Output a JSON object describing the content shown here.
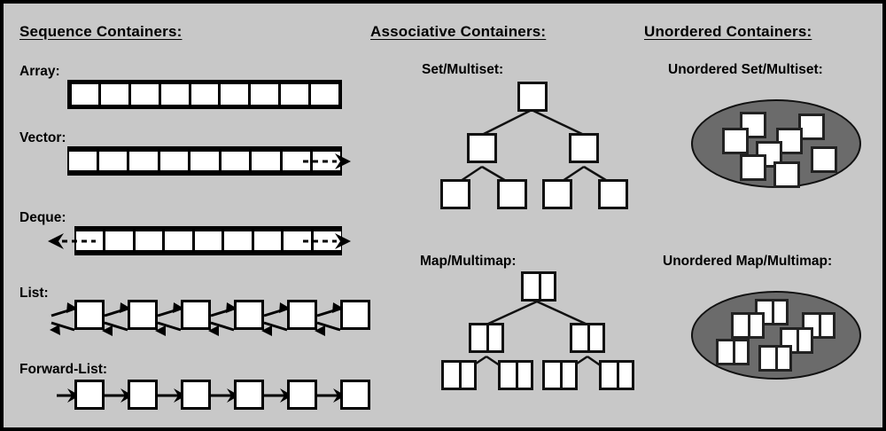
{
  "figure": {
    "background_color": "#c8c8c8",
    "frame_color": "#000000",
    "blob_color": "#6b6b6b",
    "box_fill": "#ffffff",
    "line_color": "#000000"
  },
  "columns": [
    {
      "id": "sequence",
      "title": "Sequence Containers:"
    },
    {
      "id": "associative",
      "title": "Associative Containers:"
    },
    {
      "id": "unordered",
      "title": "Unordered Containers:"
    }
  ],
  "sequence": {
    "items": [
      {
        "label": "Array:",
        "kind": "strip-closed",
        "cells": 9,
        "left_arrow": false,
        "right_arrow": false
      },
      {
        "label": "Vector:",
        "kind": "strip-open-right",
        "cells": 9,
        "left_arrow": false,
        "right_arrow": true,
        "arrow_style": "dashed"
      },
      {
        "label": "Deque:",
        "kind": "strip-open-both",
        "cells": 9,
        "left_arrow": true,
        "right_arrow": true,
        "arrow_style": "dashed"
      },
      {
        "label": "List:",
        "kind": "nodes-doubly-linked",
        "nodes": 6,
        "link_style": "double-arrow"
      },
      {
        "label": "Forward-List:",
        "kind": "nodes-singly-linked",
        "nodes": 6,
        "link_style": "single-arrow"
      }
    ]
  },
  "associative": {
    "items": [
      {
        "label": "Set/Multiset:",
        "kind": "binary-tree",
        "node_type": "single",
        "levels": [
          1,
          2,
          4
        ],
        "total_nodes": 7
      },
      {
        "label": "Map/Multimap:",
        "kind": "binary-tree",
        "node_type": "pair",
        "levels": [
          1,
          2,
          4
        ],
        "total_nodes": 7
      }
    ]
  },
  "unordered": {
    "items": [
      {
        "label": "Unordered Set/Multiset:",
        "kind": "hash-blob",
        "node_type": "single",
        "box_count": 8
      },
      {
        "label": "Unordered Map/Multimap:",
        "kind": "hash-blob",
        "node_type": "pair",
        "box_count": 6
      }
    ]
  }
}
